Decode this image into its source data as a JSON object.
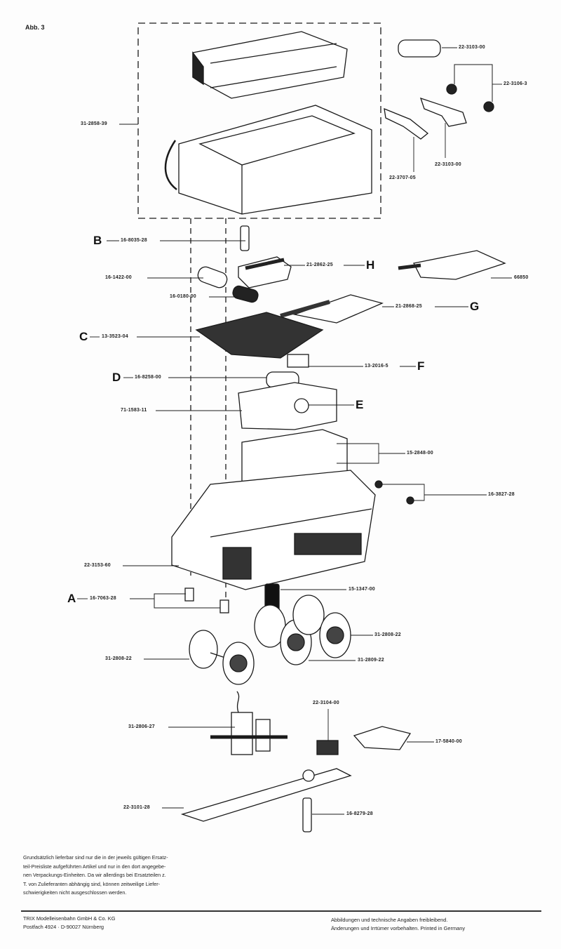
{
  "figure_title": "Abb. 3",
  "part_labels": {
    "housing": "31-2858-39",
    "resistor": "22-3103-00",
    "bulbs": "22-3106-3",
    "lever_right": "22-3103-00",
    "lever_left": "22-3707-05",
    "screw_b": "16-8035-28",
    "capacitor": "16-1422-00",
    "coil": "16-0180-00",
    "connector_h": "21-2862-25",
    "decoder": "66850",
    "board_g": "21-2868-25",
    "board_c": "13-3523-04",
    "contact_f": "13-2016-5",
    "choke_d": "16-8258-00",
    "motor": "71-1583-11",
    "weights": "15-2848-00",
    "lamp_screws": "16-3827-28",
    "frame": "22-3153-60",
    "screw_a": "16-7063-28",
    "spring": "15-1347-00",
    "wheelset_right": "31-2808-22",
    "wheelset_left": "31-2808-22",
    "wheelset_mid": "31-2809-22",
    "pickup": "22-3104-00",
    "bogie": "31-2806-27",
    "coupler": "17-5840-00",
    "base_plate": "22-3101-28",
    "pin": "16-8279-28"
  },
  "keys": {
    "a": "A",
    "b": "B",
    "c": "C",
    "d": "D",
    "e": "E",
    "f": "F",
    "g": "G",
    "h": "H"
  },
  "note_lines": [
    "Grundsätzlich lieferbar sind nur die in der jeweils gültigen Ersatz-",
    "teil-Preisliste aufgeführten Artikel und nur in den dort angegebe-",
    "nen Verpackungs-Einheiten. Da wir allerdings bei Ersatzteilen z.",
    "T. von Zulieferanten abhängig sind, können zeitweilige Liefer-",
    "schwierigkeiten nicht ausgeschlossen werden."
  ],
  "company": [
    "TRIX Modelleisenbahn GmbH & Co. KG",
    "Postfach 4924 · D-90027 Nürnberg"
  ],
  "disclaimer": [
    "Abbildungen und technische Angaben freibleibend.",
    "Änderungen und Irrtümer vorbehalten. Printed in Germany"
  ]
}
